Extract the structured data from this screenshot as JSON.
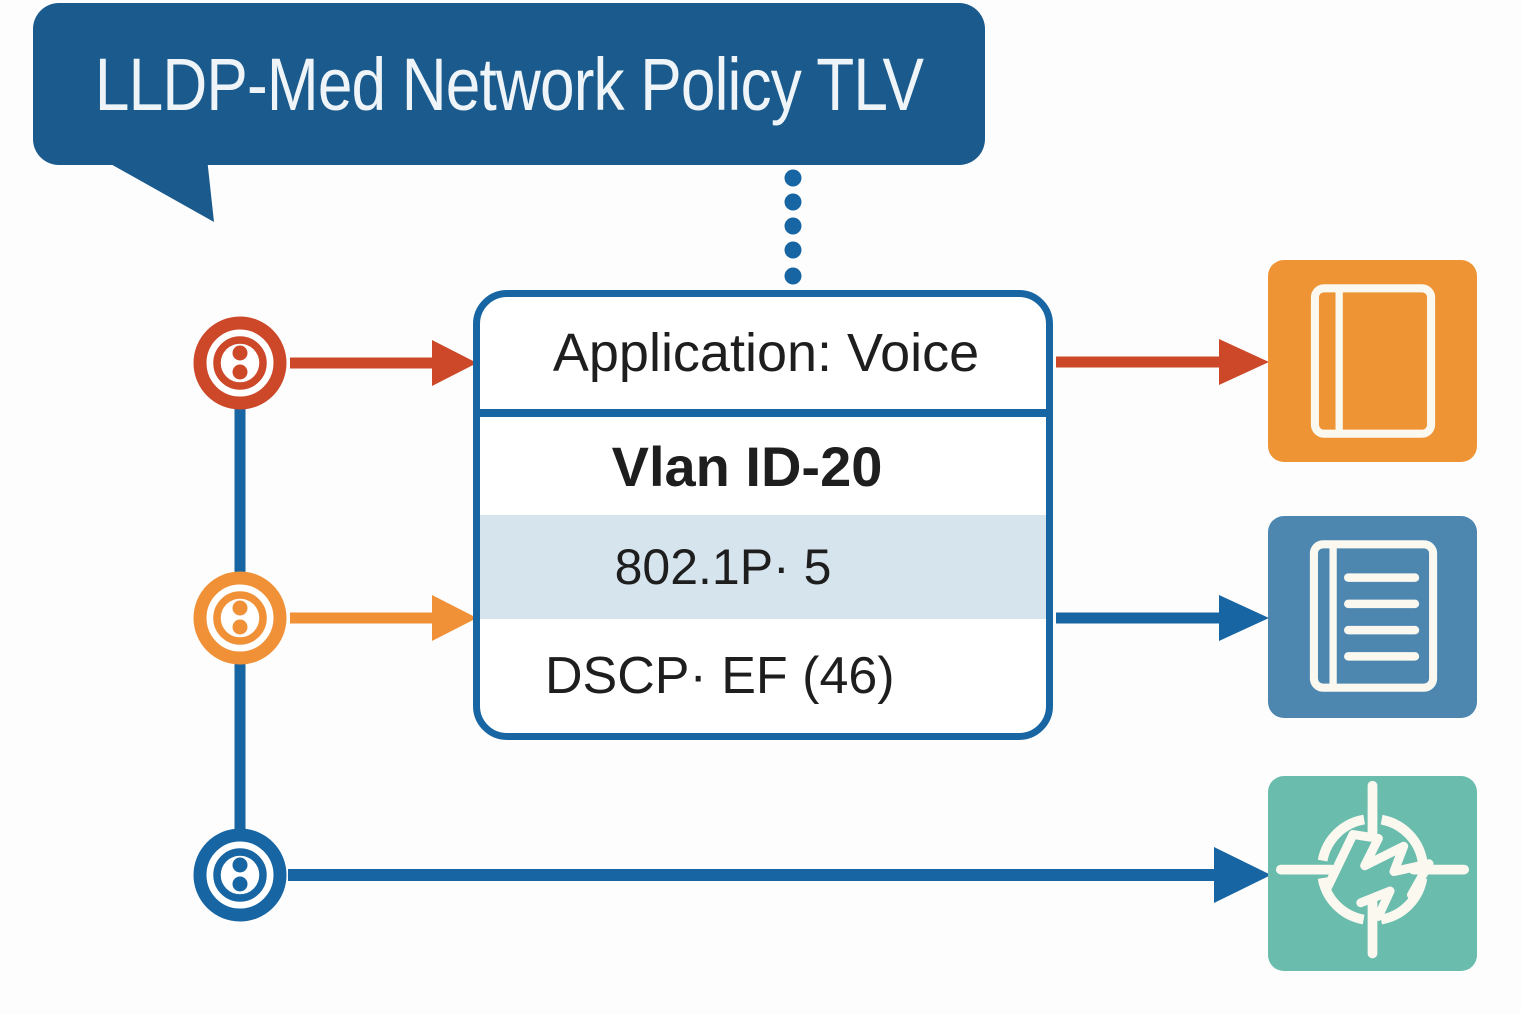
{
  "colors": {
    "canvas": "#fdfdfd",
    "bubble-blue": "#1a5a8d",
    "line-blue": "#1766a3",
    "accent-red": "#cc4829",
    "accent-orange": "#f09138",
    "band-blue": "#d6e4ee",
    "tile-orange": "#ee9434",
    "tile-blue": "#4d87b0",
    "tile-teal": "#6abcac",
    "ink": "#1e1e1e",
    "glyph-cream": "#fbf8f0",
    "text-light": "#eef4f8"
  },
  "callout": {
    "title": "LLDP-Med Network Policy TLV"
  },
  "tlv_box": {
    "rows": [
      {
        "id": "application",
        "label": "Application: Voice"
      },
      {
        "id": "vlan",
        "label": "Vlan ID-20"
      },
      {
        "id": "8021p",
        "label": "802.1P· 5"
      },
      {
        "id": "dscp",
        "label": "DSCP· EF (46)"
      }
    ]
  },
  "ports": [
    {
      "name": "port-red",
      "color": "#cc4829"
    },
    {
      "name": "port-orange",
      "color": "#f09138"
    },
    {
      "name": "port-blue",
      "color": "#1766a3"
    }
  ],
  "tiles": [
    {
      "name": "book-tile",
      "icon": "book-icon",
      "color": "#ee9434"
    },
    {
      "name": "document-tile",
      "icon": "document-lines-icon",
      "color": "#4d87b0"
    },
    {
      "name": "target-tile",
      "icon": "crosshair-zigzag-icon",
      "color": "#6abcac"
    }
  ]
}
